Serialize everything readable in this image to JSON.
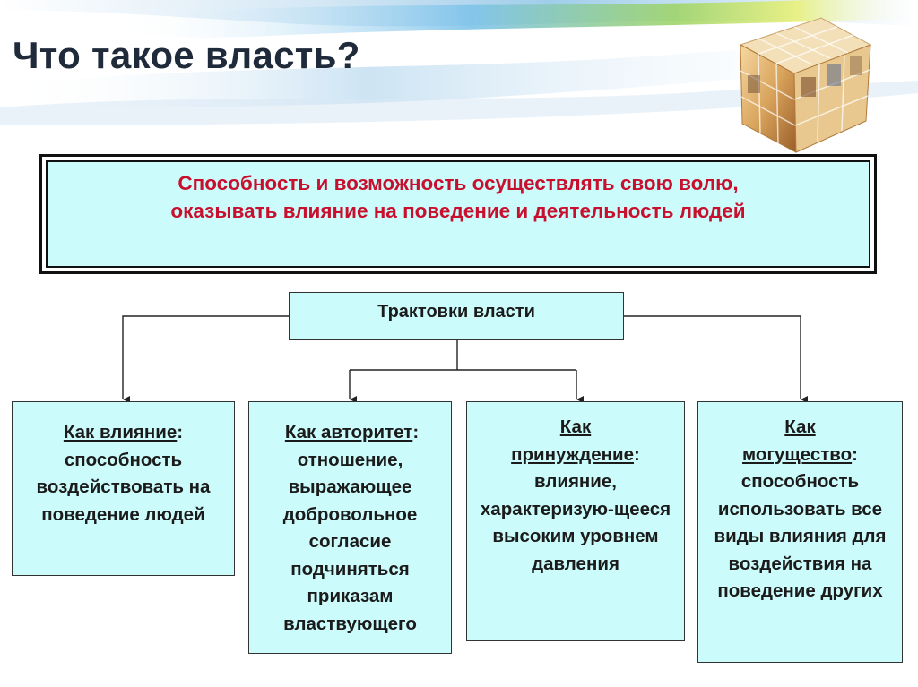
{
  "title": "Что такое власть?",
  "definition": {
    "line1": "Способность и возможность осуществлять свою волю,",
    "line2": "оказывать влияние на поведение и деятельность людей"
  },
  "root": {
    "label": "Трактовки власти"
  },
  "interpretations": [
    {
      "head": "Как влияние",
      "suffix": ":",
      "desc": "способность воздействовать на поведение людей"
    },
    {
      "head": "Как авторитет",
      "suffix": ":",
      "desc": "отношение, выражающее добровольное согласие подчиняться приказам властвующего"
    },
    {
      "head_line1": "Как",
      "head": "принуждение",
      "suffix": ":",
      "desc": "влияние, характеризую-щееся высоким уровнем давления"
    },
    {
      "head_line1": "Как",
      "head": "могущество",
      "suffix": ":",
      "desc": "способность использовать все виды влияния для воздействия на поведение других"
    }
  ],
  "colors": {
    "box_fill": "#ccfbfb",
    "definition_text": "#c8102e",
    "title_text": "#1f2a3a"
  }
}
